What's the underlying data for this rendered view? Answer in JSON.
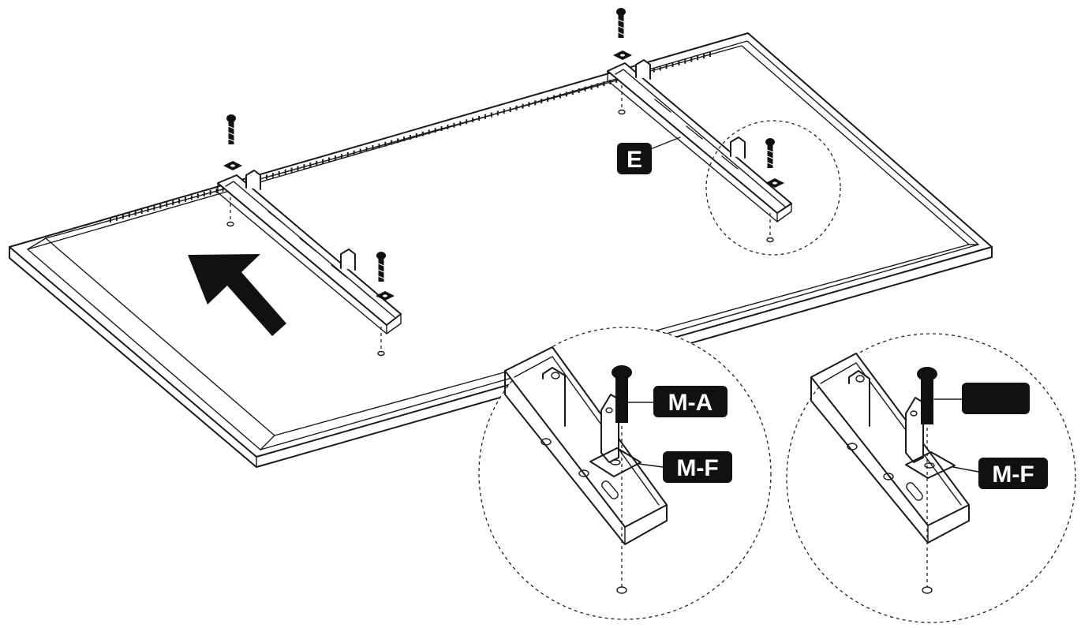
{
  "labels": {
    "bracket": "E",
    "screw_left": "M-A",
    "washer_left": "M-F",
    "screw_right": "",
    "washer_right": "M-F"
  },
  "colors": {
    "ink": "#111111",
    "label_fill": "#111111",
    "label_text": "#ffffff",
    "background": "#ffffff"
  },
  "icons": {
    "direction": "arrow-up-left-icon",
    "fastener": "screw-icon",
    "washer": "square-washer-icon"
  }
}
